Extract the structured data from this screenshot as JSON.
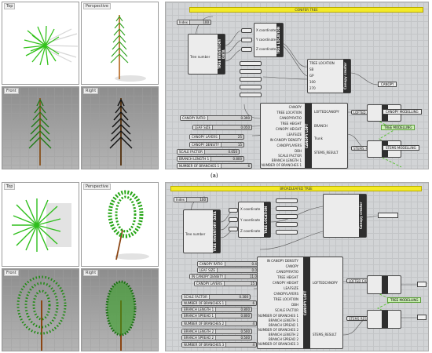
{
  "caption_a": "(a)",
  "top": {
    "viewports": {
      "top": "Top",
      "perspective": "Perspective",
      "front": "Front",
      "right": "Right"
    },
    "banner": "CONIFER TREE",
    "index_slider": {
      "label": "Index",
      "value": "100"
    },
    "tree_number": "Tree number",
    "inventory_label": "TREE INVENTORY DATA",
    "location_ports": [
      "X coordinate",
      "Y coordinate",
      "Z coordinate"
    ],
    "location_label": "TREE LOCATION",
    "canopy_inputs": [
      "TREE LOCATION",
      "SB",
      "GP",
      "100",
      "270"
    ],
    "canopy_creator": "Canopy creator",
    "canopy_out": "CANOPY",
    "sliders": [
      {
        "label": "CANOPY RATIO",
        "value": "0.390"
      },
      {
        "label": "LEAF SIZE",
        "value": "0.050"
      },
      {
        "label": "CANOPY LAYERS",
        "value": "25"
      },
      {
        "label": "CANOPY DENSITY",
        "value": "15"
      },
      {
        "label": "SCALE FACTOR",
        "value": "0.050"
      },
      {
        "label": "BRANCH LENGTH 1",
        "value": "0.800"
      },
      {
        "label": "NUMBER OF BRANCHES 1",
        "value": "6"
      }
    ],
    "loft_inputs": [
      "CANOPY",
      "TREE LOCATION",
      "CANOPYRATIO",
      "TREE HEIGHT",
      "CANOPY HEIGHT",
      "LEAFSIZE",
      "IN CANOPY DENSITY",
      "CANOPYLAYERS",
      "DBH",
      "SCALE FACTOR",
      "BRANCH LENGTH 1",
      "NUMBER OF BRANCHES 1"
    ],
    "loft_outputs": [
      "LOFTEDCANOPY",
      "BRANCH",
      "Trunk",
      "STEMS_RESULT"
    ],
    "loft_label": "CANOPY LOFT",
    "lofted_canopy": "LOFTED CANOPY",
    "stems_results": "STEMS_RESULTS",
    "out_canopy": "CANOPY MODELLING",
    "out_tree": "TREE MODELLING",
    "out_stems": "STEMS MODELLING"
  },
  "bottom": {
    "viewports": {
      "top": "Top",
      "perspective": "Perspective",
      "front": "Front",
      "right": "Right"
    },
    "banner": "BROADLEAFED TREE",
    "index_slider": {
      "label": "Index",
      "value": "100"
    },
    "tree_number": "Tree number",
    "inventory_label": "TREE INVENTORY DATA",
    "location_ports": [
      "X coordinate",
      "Y coordinate",
      "Z coordinate"
    ],
    "location_label": "TREE LOCATION",
    "canopy_creator": "Canopy creator",
    "sliders": [
      {
        "label": "CANOPY RATIO",
        "value": "0.461"
      },
      {
        "label": "LEAF SIZE",
        "value": "0.061"
      },
      {
        "label": "IN CANOPY DENSITY",
        "value": "11.000"
      },
      {
        "label": "CANOPY LAYERS",
        "value": "15"
      },
      {
        "label": "SCALE FACTOR",
        "value": "0.300"
      },
      {
        "label": "NUMBER OF BRANCHES 1",
        "value": "6"
      },
      {
        "label": "BRANCH LENGTH 1",
        "value": "0.800"
      },
      {
        "label": "BRANCH SPREAD 1",
        "value": "0.800"
      },
      {
        "label": "NUMBER OF BRANCHES 2",
        "value": "4"
      },
      {
        "label": "BRANCH LENGTH 2",
        "value": "0.500"
      },
      {
        "label": "BRANCH SPREAD 2",
        "value": "0.500"
      },
      {
        "label": "NUMBER OF BRANCHES 3",
        "value": "4"
      }
    ],
    "loft_inputs": [
      "IN CANOPY DENSITY",
      "CANOPY",
      "CANOPYRATIO",
      "TREE HEIGHT",
      "CANOPY HEIGHT",
      "LEAFSIZE",
      "CANOPYLAYERS",
      "TREE LOCATION",
      "DBH",
      "SCALE FACTOR",
      "NUMBER OF BRANCHES 1",
      "BRANCH LENGTH 1",
      "BRANCH SPREAD 1",
      "NUMBER OF BRANCHES 2",
      "BRANCH LENGTH 2",
      "BRANCH SPREAD 2",
      "NUMBER OF BRANCHES 3"
    ],
    "loft_outputs": [
      "LOFTEDCANOPY",
      "STEMS_RESULT"
    ],
    "loft_label": "CANOPY LOFT",
    "lofted_canopy": "LOFTED CANOPY",
    "stems_results": "STEMS RESULTS",
    "out_tree": "TREE MODELLING"
  }
}
